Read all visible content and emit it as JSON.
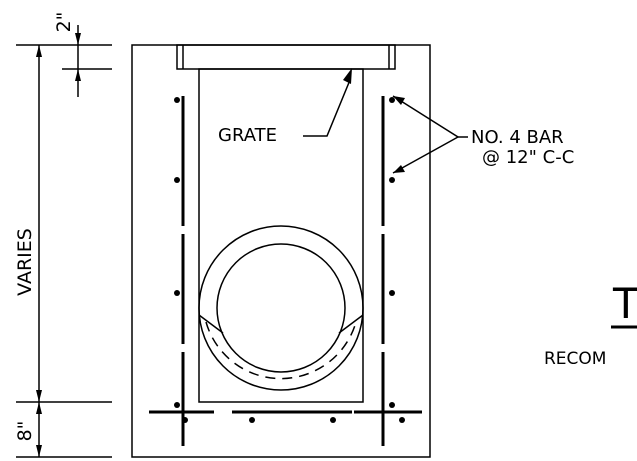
{
  "diagram": {
    "labels": {
      "top_dimension": "2\"",
      "bottom_dimension": "8\"",
      "height_dimension": "VARIES",
      "grate": "GRATE",
      "rebar_line1": "NO. 4 BAR",
      "rebar_line2": "@ 12\" C-C",
      "title_fragment": "T",
      "subtitle_fragment": "RECOM"
    }
  }
}
